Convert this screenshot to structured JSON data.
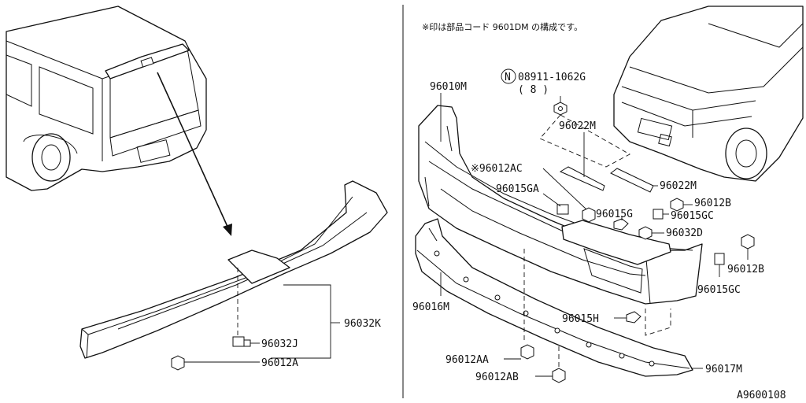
{
  "figure_code": "A9600108",
  "note": "※印は部品コード 9601DM の構成です。",
  "left": {
    "labels": {
      "spoiler": "96032K",
      "bracket": "96032J",
      "clip": "96012A"
    }
  },
  "right": {
    "labels": {
      "bumper_cover": "96010M",
      "nut_part": "08911-1062G",
      "nut_qty": "( 8 )",
      "nut_symbol": "N",
      "strip_upper": "96022M",
      "strip_lower": "96022M",
      "clip_ac": "※96012AC",
      "clip_ga": "96015GA",
      "clip_g": "96015G",
      "clip_b_upper": "96012B",
      "clip_gc_upper": "96015GC",
      "bracket_d": "96032D",
      "clip_b_lower": "96012B",
      "clip_gc_lower": "96015GC",
      "lower_panel": "96016M",
      "clip_h": "96015H",
      "clip_aa": "96012AA",
      "clip_ab": "96012AB",
      "lip": "96017M"
    }
  }
}
